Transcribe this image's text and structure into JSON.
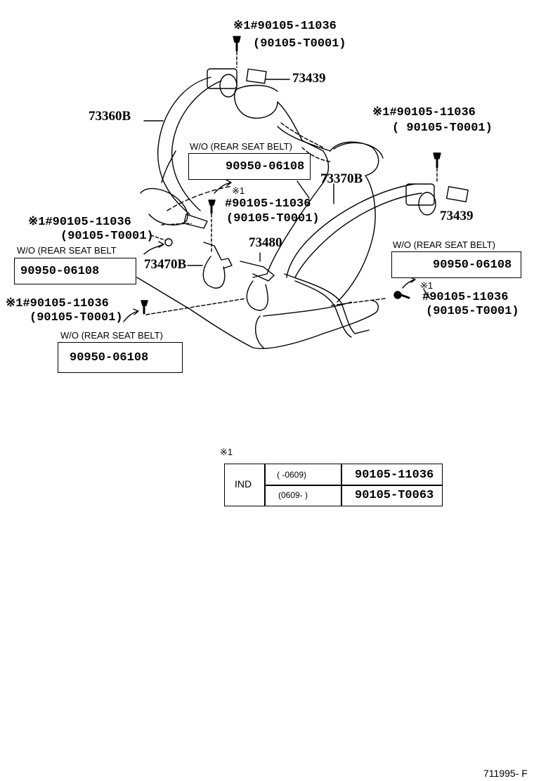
{
  "labels": {
    "top_bolt_a": "※1#90105-11036",
    "top_bolt_b": "(90105-T0001)",
    "cover_top": "73439",
    "belt_left": "73360B",
    "right_bolt_a": "※1#90105-11036",
    "right_bolt_b": "( 90105-T0001)",
    "wo_mid": "W/O (REAR SEAT BELT)",
    "plug_mid": "90950-06108",
    "belt_right": "73370B",
    "mid_bolt_mark": "※1",
    "mid_bolt_a": "#90105-11036",
    "mid_bolt_b": "(90105-T0001)",
    "cover_right": "73439",
    "left_bolt_a": "※1#90105-11036",
    "left_bolt_b": "(90105-T0001)",
    "wo_left": "W/O (REAR SEAT BELT",
    "plug_left": "90950-06108",
    "buckle_left": "73470B",
    "buckle_center": "73480",
    "wo_right": "W/O (REAR SEAT BELT)",
    "plug_right": "90950-06108",
    "rbolt_mark": "※1",
    "rbolt_a": "#90105-11036",
    "rbolt_b": "(90105-T0001)",
    "lower_bolt_a": "※1#90105-11036",
    "lower_bolt_b": "(90105-T0001)",
    "wo_lower": "W/O (REAR SEAT BELT)",
    "plug_lower": "90950-06108"
  },
  "footnote": {
    "mark": "※1",
    "region": "IND",
    "rows": [
      {
        "period": "(       -0609)",
        "part": "90105-11036"
      },
      {
        "period": "(0609-          )",
        "part": "90105-T0063"
      }
    ]
  },
  "figure_id": "711995- F"
}
